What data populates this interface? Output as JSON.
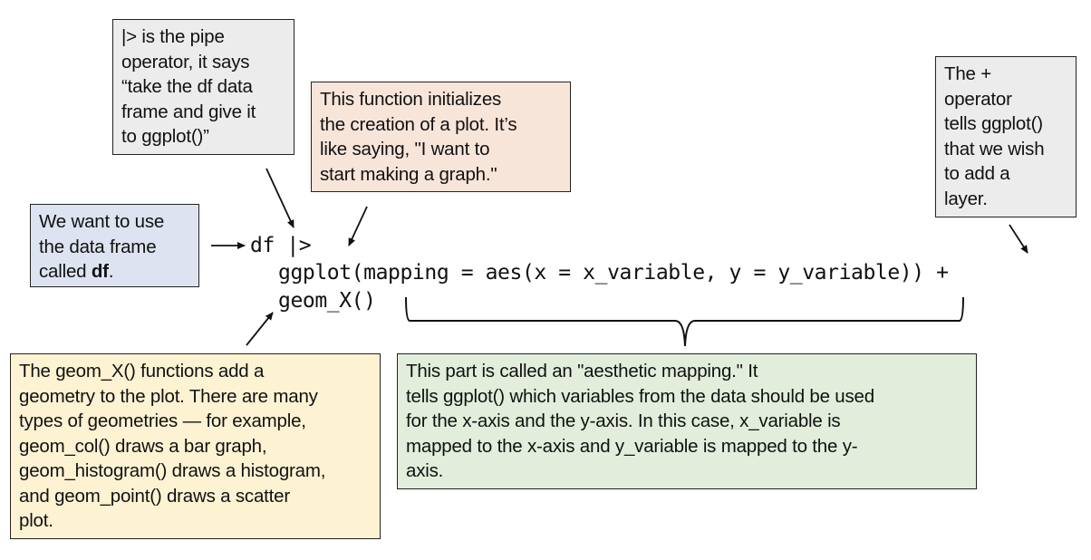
{
  "callouts": {
    "pipe": {
      "lines": [
        "|> is the pipe",
        "operator, it says",
        "“take the df data",
        "frame and give it",
        "to ggplot()”"
      ],
      "bg": "#ececec"
    },
    "ggplot_init": {
      "lines": [
        "This function initializes",
        "the creation of a plot. It’s",
        "like saying, \"I want to",
        "start making a graph.\""
      ],
      "bg": "#f8e5da"
    },
    "plus_operator": {
      "lines": [
        "The +",
        "operator",
        "tells ggplot()",
        "that we wish",
        "to add a",
        "layer."
      ],
      "bg": "#ececec"
    },
    "data_frame": {
      "line1": "We want to use",
      "line2": "the data frame",
      "line3_prefix": "called ",
      "line3_bold": "df",
      "line3_suffix": ".",
      "bg": "#dde3f0"
    },
    "geom": {
      "lines": [
        "The geom_X() functions add a",
        "geometry to the plot. There are many",
        "types of geometries — for example,",
        "geom_col() draws a bar graph,",
        "geom_histogram() draws a histogram,",
        "and geom_point() draws a scatter",
        "plot."
      ],
      "bg": "#fdf3d3"
    },
    "aesthetic": {
      "lines": [
        "This part is called an \"aesthetic mapping.\" It",
        "tells ggplot() which variables from the data should be used",
        "for the x-axis and the y-axis. In this case, x_variable is",
        "mapped to the x-axis and y_variable is mapped to the y-",
        "axis."
      ],
      "bg": "#e2eedb"
    }
  },
  "code": {
    "line1": "df |>",
    "line2": "ggplot(mapping = aes(x = x_variable, y = y_variable)) +",
    "line3": "geom_X()"
  },
  "annotations": {
    "brace_icon": "curly-brace",
    "arrow_icon": "arrow"
  }
}
